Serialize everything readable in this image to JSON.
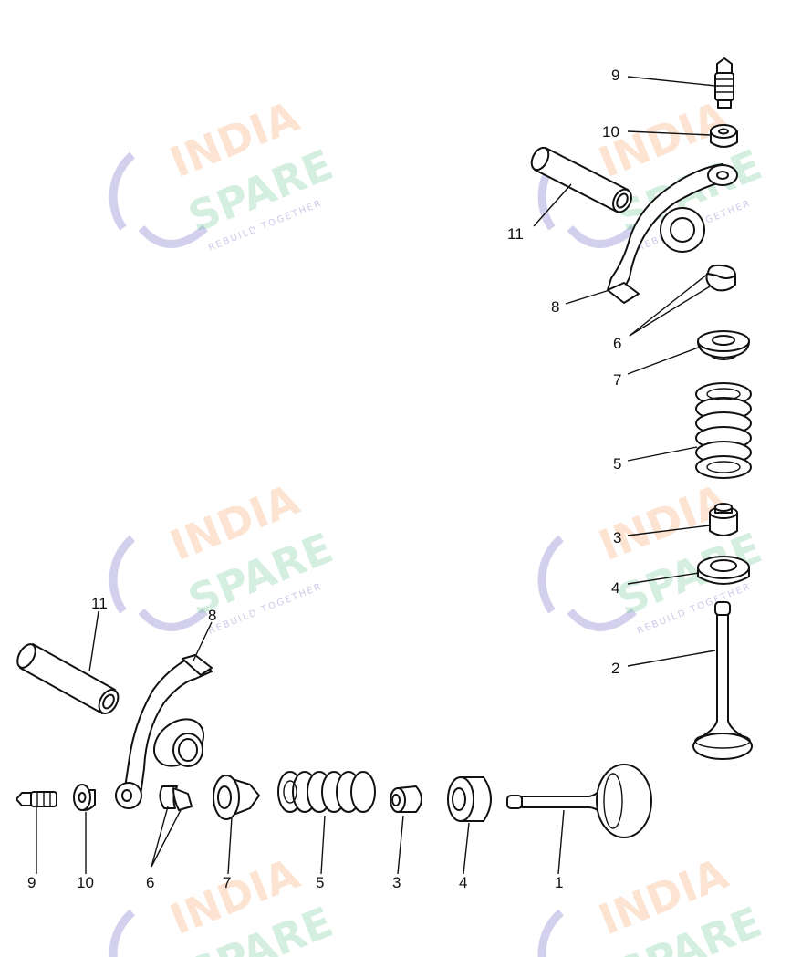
{
  "watermark": {
    "line1": "INDIA",
    "line2": "SPARE",
    "tagline": "REBUILD TOGETHER",
    "color_line1": "#f6a774",
    "color_line2": "#63c48f",
    "color_logo": "#6b64c4"
  },
  "callouts": {
    "upper": {
      "c9": "9",
      "c10": "10",
      "c11": "11",
      "c8": "8",
      "c6": "6",
      "c7": "7",
      "c5": "5",
      "c3": "3",
      "c4": "4",
      "c2": "2"
    },
    "lower": {
      "c11": "11",
      "c8": "8",
      "c9": "9",
      "c10": "10",
      "c6": "6",
      "c7": "7",
      "c5": "5",
      "c3": "3",
      "c4": "4",
      "c1": "1"
    }
  }
}
